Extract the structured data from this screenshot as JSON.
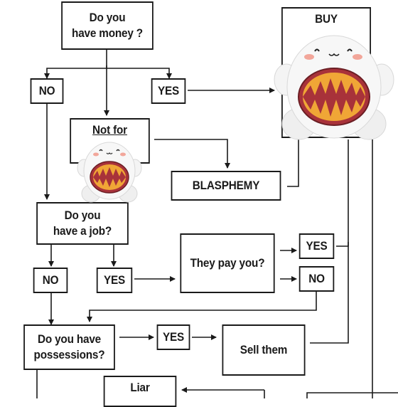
{
  "flowchart": {
    "q_money": [
      "Do you",
      "have money ?"
    ],
    "money_no": "NO",
    "money_yes": "YES",
    "buy": "BUY",
    "not_for": "Not for",
    "blasphemy": "BLASPHEMY",
    "q_job": [
      "Do you",
      "have a job?"
    ],
    "job_no": "NO",
    "job_yes": "YES",
    "q_pay": "They pay you?",
    "pay_yes": "YES",
    "pay_no": "NO",
    "q_possessions": [
      "Do you have",
      "possessions?"
    ],
    "poss_yes": "YES",
    "sell": "Sell them",
    "liar": "Liar"
  },
  "colors": {
    "line": "#1a1a1a",
    "plush_body": "#f4f4f4",
    "plush_shade": "#d8d8d8",
    "mouth": "#a8323a",
    "teeth": "#f0a636",
    "cheek": "#f2a69a"
  },
  "icons": [
    "plush-toy-large",
    "plush-toy-small"
  ]
}
